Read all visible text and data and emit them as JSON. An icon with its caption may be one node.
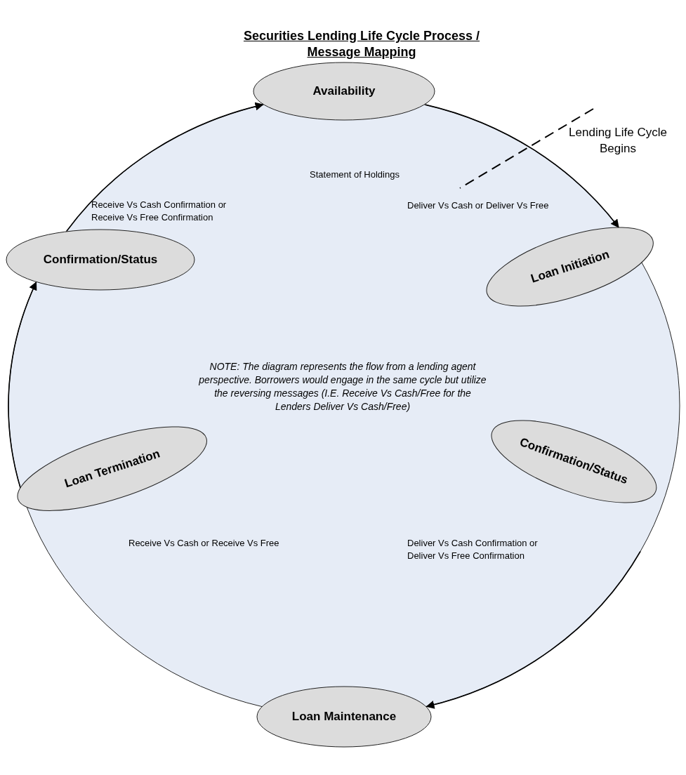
{
  "diagram": {
    "title": "Securities Lending Life Cycle Process / Message Mapping",
    "nodes": [
      {
        "text": [
          "Availability"
        ]
      },
      {
        "text": [
          "Confirmation/Status"
        ]
      },
      {
        "text": [
          "Loan Initiation"
        ]
      },
      {
        "text": [
          "Loan Termination"
        ]
      },
      {
        "text": [
          "Confirmation/Status"
        ]
      },
      {
        "text": [
          "Loan Maintenance"
        ]
      }
    ],
    "edges": [
      {
        "from": 0,
        "to": 2,
        "arrow": "to"
      },
      {
        "from": 4,
        "to": 5,
        "arrow": "to"
      },
      {
        "from": 3,
        "to": 1,
        "arrow": "to"
      },
      {
        "from": 1,
        "to": 0,
        "arrow": "to"
      }
    ],
    "labels": [
      "Statement of Holdings",
      "Lending Life Cycle Begins",
      "Receive Vs Cash Confirmation or Receive Vs Free Confirmation",
      "Deliver Vs Cash or Deliver Vs Free",
      "NOTE: The diagram represents the flow from a lending agent perspective. Borrowers would engage in the same cycle but utilize the reversing messages (I.E. Receive Vs Cash/Free for the Lenders Deliver Vs Cash/Free)",
      "Deliver Vs Cash Confirmation or Deliver Vs Free Confirmation",
      "Receive Vs Cash or Receive Vs Free"
    ]
  }
}
